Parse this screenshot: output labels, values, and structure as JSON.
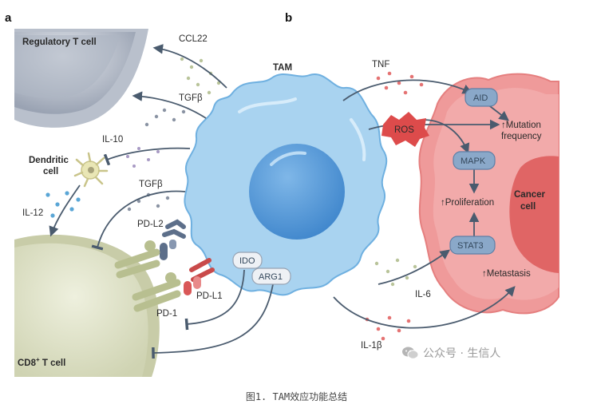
{
  "panels": {
    "a": "a",
    "b": "b"
  },
  "cells": {
    "treg": "Regulatory T cell",
    "dendritic": [
      "Dendritic",
      "cell"
    ],
    "cd8_main": "CD8",
    "cd8_sup": "+",
    "cd8_tail": " T cell",
    "tam": "TAM",
    "cancer": [
      "Cancer",
      "cell"
    ]
  },
  "panel_a_labels": {
    "ccl22": "CCL22",
    "tgfb_top": "TGFβ",
    "il10": "IL-10",
    "il12": "IL-12",
    "tgfb_mid": "TGFβ",
    "pdl2": "PD-L2",
    "pdl1": "PD-L1",
    "pd1": "PD-1",
    "ido": "IDO",
    "arg1": "ARG1"
  },
  "panel_b_labels": {
    "tnf": "TNF",
    "ros": "ROS",
    "aid": "AID",
    "mutation": [
      "↑Mutation",
      "frequency"
    ],
    "mapk": "MAPK",
    "proliferation": "↑Proliferation",
    "stat3": "STAT3",
    "metastasis": "↑Metastasis",
    "il6": "IL-6",
    "il1b": "IL-1β"
  },
  "watermark": "公众号 · 生信人",
  "caption": "图1. TAM效应功能总结",
  "colors": {
    "tam_fill": "#a9d3f0",
    "tam_nucleus": "#4d95d6",
    "cancer_fill": "#ef9a9a",
    "cancer_nucleus": "#e06565",
    "tcell_fill": "#e3e6cf",
    "treg_fill": "#c5cbd6",
    "arrow": "#4a5b6e"
  }
}
